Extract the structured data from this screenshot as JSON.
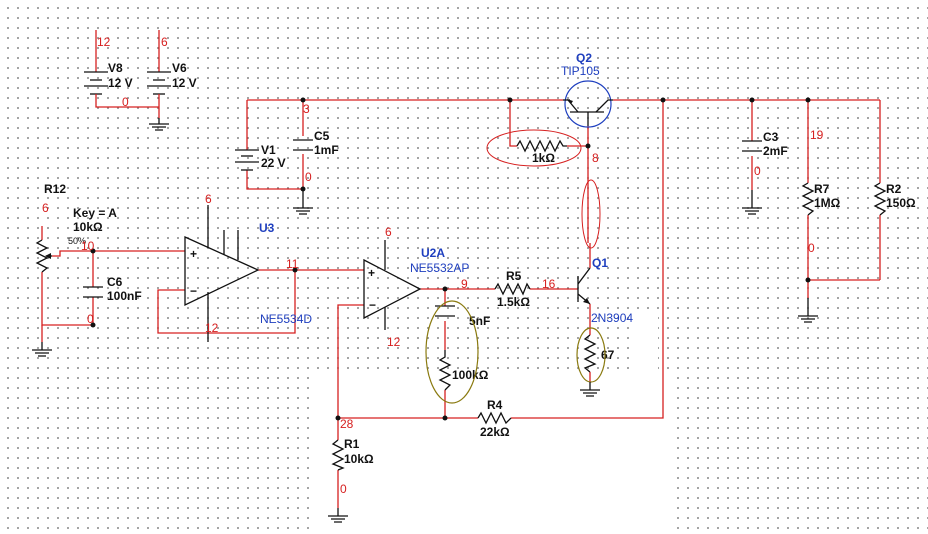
{
  "nets": {
    "n12_v8": "12",
    "n0_v8": "0",
    "n6_v6": "6",
    "n3": "3",
    "n0_v1": "0",
    "n19": "19",
    "n0_c3": "0",
    "n0_r7": "0",
    "n8": "8",
    "n16": "16",
    "n9": "9",
    "n11": "11",
    "n10": "10",
    "n6_r12": "6",
    "n0_c6": "0",
    "n6_u3": "6",
    "n12_u3": "12",
    "n6_u2": "6",
    "n12_u2": "12",
    "n28": "28",
    "n0_r1": "0"
  },
  "components": {
    "v8": {
      "ref": "V8",
      "value": "12 V"
    },
    "v6": {
      "ref": "V6",
      "value": "12 V"
    },
    "v1": {
      "ref": "V1",
      "value": "22 V"
    },
    "c5": {
      "ref": "C5",
      "value": "1mF"
    },
    "c3": {
      "ref": "C3",
      "value": "2mF"
    },
    "r7": {
      "ref": "R7",
      "value": "1MΩ"
    },
    "r2": {
      "ref": "R2",
      "value": "150Ω"
    },
    "q2": {
      "ref": "Q2",
      "model": "TIP105"
    },
    "r_1k": {
      "value": "1kΩ"
    },
    "q1": {
      "ref": "Q1",
      "model": "2N3904"
    },
    "r5": {
      "ref": "R5",
      "value": "1.5kΩ"
    },
    "r_67": {
      "value": "67"
    },
    "u2": {
      "ref": "U2A",
      "model": "NE5532AP"
    },
    "c_5n": {
      "value": "5nF"
    },
    "r_100k": {
      "value": "100kΩ"
    },
    "r4": {
      "ref": "R4",
      "value": "22kΩ"
    },
    "r1": {
      "ref": "R1",
      "value": "10kΩ"
    },
    "u3": {
      "ref": "U3",
      "model": "NE5534D"
    },
    "r12": {
      "ref": "R12",
      "key": "Key = A",
      "value": "10kΩ",
      "percent": "50%"
    },
    "c6": {
      "ref": "C6",
      "value": "100nF"
    }
  },
  "colors": {
    "wire": "#d62020",
    "component": "#111111",
    "reference": "#1f3fbf",
    "grid_dot": "#8a8a8a"
  }
}
